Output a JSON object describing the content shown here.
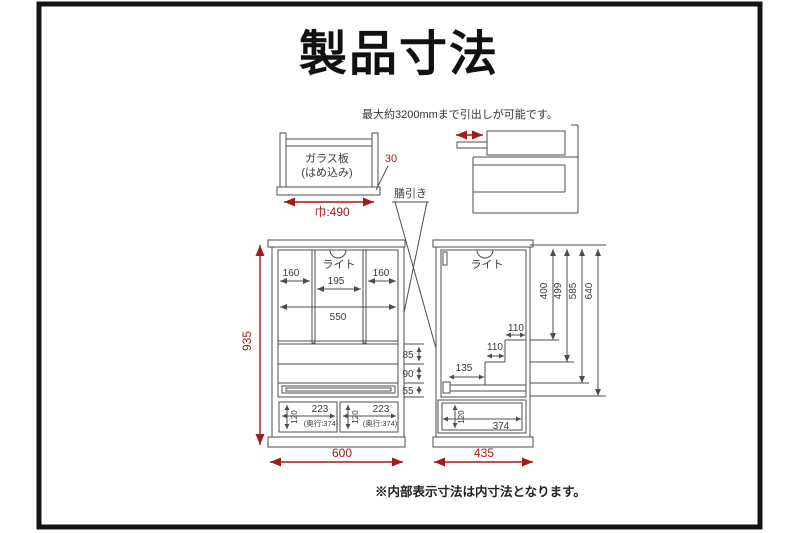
{
  "header": {
    "title": "製品寸法"
  },
  "notes": {
    "slide_out": "最大約3200mmまで引出しが可能です。",
    "internal_dims": "※内部表示寸法は内寸法となります。"
  },
  "glass_panel": {
    "name_line1": "ガラス板",
    "name_line2": "(はめ込み)",
    "thickness": "30",
    "width": "巾:490"
  },
  "slide_tray": {
    "label": "膳引き"
  },
  "front_view": {
    "light": "ライト",
    "section_left_width": "160",
    "section_center_width": "195",
    "section_right_width": "160",
    "inner_width": "550",
    "gap_upper": "85",
    "gap_middle": "90",
    "gap_tray": "55",
    "drawer_height": "120",
    "drawer_width": "223",
    "drawer_depth": "(奥行:374)",
    "overall_width": "600",
    "overall_height": "935"
  },
  "side_view": {
    "light": "ライト",
    "step1_depth": "110",
    "step2_depth": "110",
    "step3_depth": "135",
    "height_step1": "400",
    "height_step2": "499",
    "height_tray": "585",
    "height_inner": "640",
    "drawer_height": "120",
    "drawer_inner_depth": "374",
    "overall_depth": "435"
  },
  "colors": {
    "line": "#4d4d4d",
    "accent_red": "#a31c1c",
    "frame": "#151515",
    "background": "#ffffff"
  }
}
